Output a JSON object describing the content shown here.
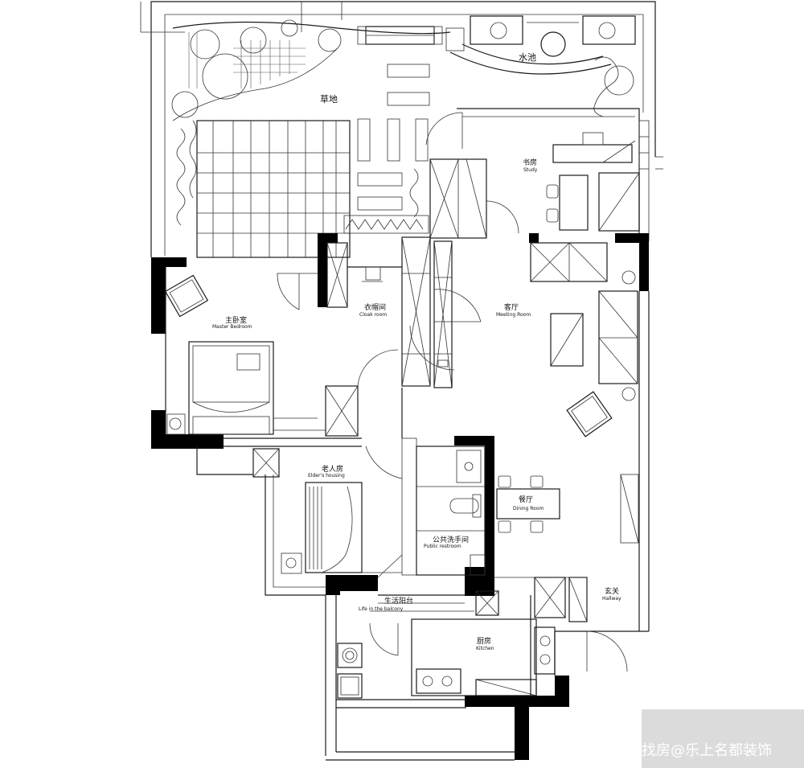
{
  "labels": {
    "lawn": "草地",
    "pool": "水池",
    "study_cn": "书房",
    "study_en": "Study",
    "master_cn": "主卧室",
    "master_en": "Master Bedroom",
    "cloak_cn": "衣帽间",
    "cloak_en": "Cloak room",
    "meeting_cn": "客厅",
    "meeting_en": "Meeting Room",
    "elder_cn": "老人房",
    "elder_en": "Elder's housing",
    "dining_cn": "餐厅",
    "dining_en": "Dining Room",
    "restroom_cn": "公共洗手间",
    "restroom_en": "Public restroom",
    "hallway_cn": "玄关",
    "hallway_en": "Hallway",
    "balcony_cn": "生活阳台",
    "balcony_en": "Life in the balcony",
    "kitchen_cn": "厨房",
    "kitchen_en": "Kitchen"
  },
  "watermark": "找房@乐上名都装饰"
}
